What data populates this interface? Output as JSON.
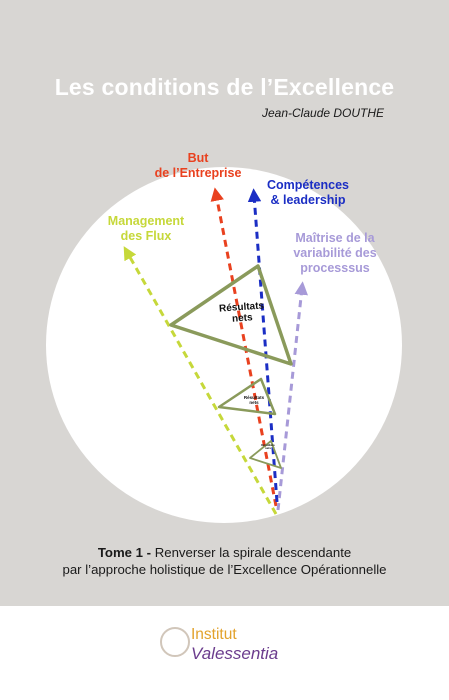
{
  "cover": {
    "title": "Les conditions de l’Excellence",
    "author": "Jean-Claude DOUTHE"
  },
  "diagram": {
    "arrows": [
      {
        "id": "but",
        "lines": [
          "But",
          "de l’Entreprise"
        ],
        "color": "#e9411f"
      },
      {
        "id": "competences",
        "lines": [
          "Compétences",
          "& leadership"
        ],
        "color": "#1b2ec4"
      },
      {
        "id": "management",
        "lines": [
          "Management",
          "des Flux"
        ],
        "color": "#c6d83a"
      },
      {
        "id": "maitrise",
        "lines": [
          "Maîtrise de la",
          "variabilité des",
          "processsus"
        ],
        "color": "#a79ad8"
      }
    ],
    "triangle_color": "#8a9a5b",
    "triangle_labels": [
      [
        "Résultats",
        "nets"
      ],
      [
        "Résultats",
        "nets"
      ],
      [
        "Résultats",
        "nets"
      ]
    ]
  },
  "subtitle": {
    "lead": "Tome 1 -",
    "line1_rest": " Renverser la spirale descendante",
    "line2": "par l’approche holistique de l’Excellence Opérationnelle"
  },
  "publisher": {
    "line1": "Institut",
    "line2": "Valessentia"
  }
}
